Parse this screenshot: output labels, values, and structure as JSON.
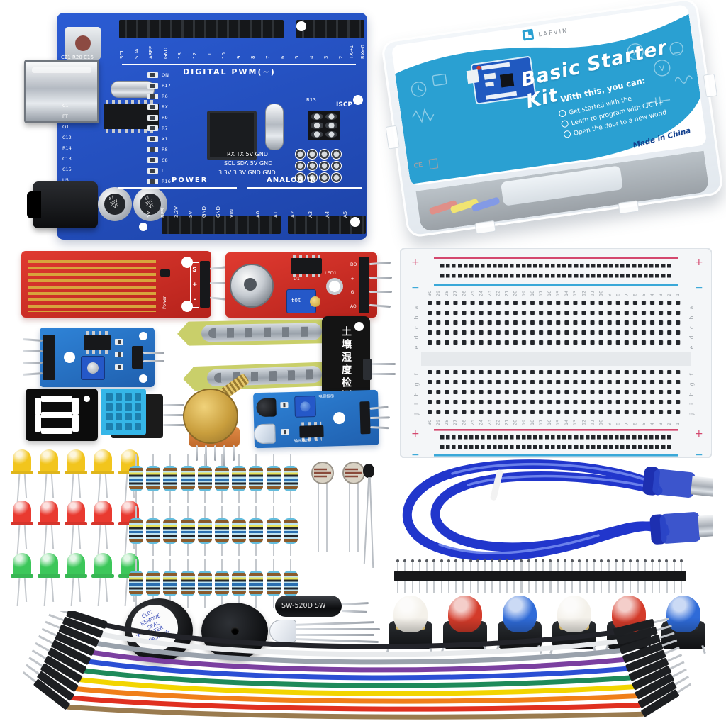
{
  "photo": {
    "background": "#ffffff",
    "caption": "Electronics starter kit flat-lay"
  },
  "kit_box": {
    "brand": "LAFVIN",
    "title": "Basic Starter Kit",
    "pitch_heading": "With this, you can:",
    "pitch_items": [
      "Get started with the",
      "Learn to program with C/C++",
      "Open the door to a new world"
    ],
    "made_in": "Made in China",
    "ce_mark": "CE",
    "label_blue": "#2aa0d2"
  },
  "arduino_board": {
    "pcb_color": "#2453c4",
    "digital_section_label": "DIGITAL PWM(~)",
    "digital_pins": [
      "SCL",
      "SDA",
      "AREF",
      "GND",
      "13",
      "12",
      "11",
      "10",
      "9",
      "8",
      "7",
      "6",
      "5",
      "4",
      "3",
      "2"
    ],
    "tx_pin": "TX→1",
    "rx_pin": "RX←0",
    "power_section_label": "POWER",
    "power_pins": [
      "5V",
      "RES",
      "3.3V",
      "5V",
      "GND",
      "GND",
      "VIN"
    ],
    "analog_section_label": "ANALOG IN",
    "analog_pins": [
      "A0",
      "A1",
      "A2",
      "A3",
      "A4",
      "A5"
    ],
    "icsp_label": "ISCP",
    "serial_pad_rows": [
      "RX TX 5V GND",
      "SCL SDA 5V GND",
      "3.3V 3.3V GND GND"
    ],
    "ref_column": [
      "ON",
      "R17",
      "R6",
      "RX",
      "R9",
      "R7",
      "X1",
      "R8",
      "C8",
      "L",
      "R16"
    ],
    "left_refs": [
      "C1",
      "PT",
      "Q1",
      "C12",
      "R14",
      "C13",
      "C15",
      "U5"
    ],
    "top_refs": "C21 R20 C16",
    "r13_ref": "R13",
    "capacitor_print": [
      "47",
      "35V",
      "VT"
    ]
  },
  "water_level_sensor": {
    "pin_labels": [
      "S",
      "+",
      "-"
    ],
    "silk_label": "Power"
  },
  "sound_sensor": {
    "ic_ref": "U1",
    "led_ref": "LED1",
    "trimmer_code": "104",
    "pin_labels": [
      "DO",
      "+",
      "G",
      "AO"
    ]
  },
  "soil_moisture_sensor": {
    "label": "土壤湿度检测"
  },
  "ir_sensor": {
    "silk_top": "电源指示",
    "silk_bottom": "输出指示"
  },
  "breadboard": {
    "plus": "+",
    "minus": "−",
    "row_letters_top": [
      "a",
      "b",
      "c",
      "d",
      "e"
    ],
    "row_letters_bottom": [
      "f",
      "g",
      "h",
      "i",
      "j"
    ],
    "column_count": 30
  },
  "tilt_switch": {
    "label": "SW-520D  SW"
  },
  "active_buzzer": {
    "sticker_lines": [
      "CL02",
      "REMOVE",
      "SEAL",
      "AFTER",
      "WASHING"
    ],
    "polarity": "+"
  },
  "leds": {
    "rows": [
      {
        "color": "yellow",
        "hex": "#f2c51d",
        "count": 5
      },
      {
        "color": "red",
        "hex": "#e93a30",
        "count": 5
      },
      {
        "color": "green",
        "hex": "#3cc75a",
        "count": 5
      }
    ]
  },
  "resistors": {
    "rows": 3,
    "per_row": 10,
    "body_hex": "#7cc7e6"
  },
  "photoresistors": {
    "count": 2
  },
  "thermistor": {
    "count": 1
  },
  "usb_cable": {
    "color_hex": "#2136cc"
  },
  "pin_header": {
    "pin_count": 40
  },
  "push_buttons": {
    "cap_colors": [
      "#f4f1ea",
      "#d43b2a",
      "#2f6bd8",
      "#f4f1ea",
      "#d43b2a",
      "#2f6bd8"
    ]
  },
  "jumper_wires": {
    "colors": [
      "#23242a",
      "#e8eaec",
      "#9aa2ac",
      "#7b3fa0",
      "#2b4fd4",
      "#1e8a5a",
      "#f2d500",
      "#f07f1a",
      "#e03020",
      "#9a7b4f"
    ]
  }
}
